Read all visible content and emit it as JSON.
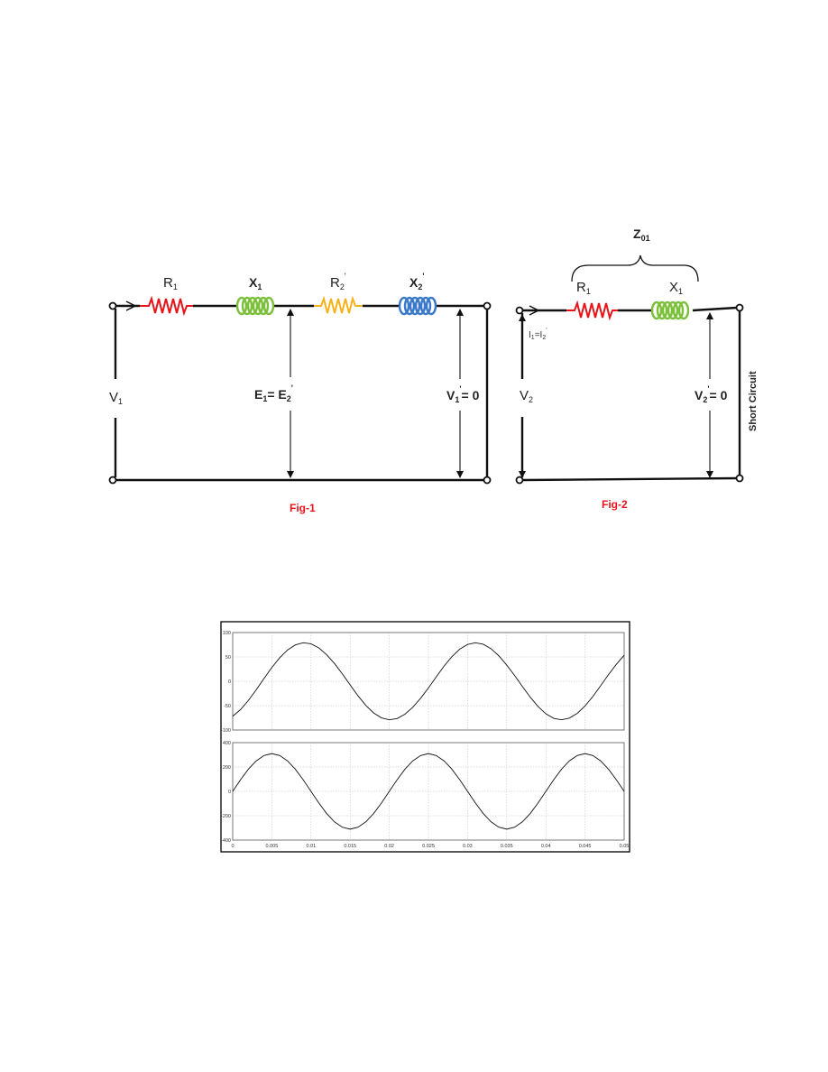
{
  "fig1": {
    "caption": "Fig-1",
    "labels": {
      "r1": "R",
      "r1_sub": "1",
      "x1": "X",
      "x1_sub": "1",
      "r2": "R",
      "r2_sub": "2",
      "r2_sup": "'",
      "x2": "X",
      "x2_sub": "2",
      "x2_sup": "'",
      "v1": "V",
      "v1_sub": "1",
      "e_left": "E",
      "e_left_sub": "1",
      "e_eq": "= E",
      "e_right_sub": "2",
      "e_right_sup": "'",
      "vout": "V",
      "vout_sub": "1",
      "vout_sup": "'",
      "vout_eq": "= 0"
    }
  },
  "fig2": {
    "caption": "Fig-2",
    "labels": {
      "z": "Z",
      "z_sub": "01",
      "r1": "R",
      "r1_sub": "1",
      "x1": "X",
      "x1_sub": "1",
      "current": "I",
      "current_sub": "1",
      "current_eq": "=I",
      "current_sub2": "2",
      "current_sup": "'",
      "v2": "V",
      "v2_sub": "2",
      "vout": "V",
      "vout_sub": "2",
      "vout_sup": "'",
      "vout_eq": "= 0",
      "short": "Short Circuit"
    }
  },
  "colors": {
    "r1": "#e8141b",
    "x1": "#7bbf3b",
    "r2": "#f6b21a",
    "x2": "#3a78c9",
    "caption": "#e8141b"
  },
  "chart_data": [
    {
      "type": "line",
      "x": [
        0,
        0.001,
        0.002,
        0.003,
        0.004,
        0.005,
        0.006,
        0.007,
        0.008,
        0.009,
        0.01,
        0.011,
        0.012,
        0.013,
        0.014,
        0.015,
        0.016,
        0.017,
        0.018,
        0.019,
        0.02,
        0.021,
        0.022,
        0.023,
        0.024,
        0.025,
        0.026,
        0.027,
        0.028,
        0.029,
        0.03,
        0.031,
        0.032,
        0.033,
        0.034,
        0.035,
        0.036,
        0.037,
        0.038,
        0.039,
        0.04,
        0.041,
        0.042,
        0.043,
        0.044,
        0.045,
        0.046,
        0.047,
        0.048,
        0.049,
        0.05
      ],
      "y": [
        -71.7,
        -58.1,
        -39.4,
        -17.6,
        5.7,
        28.3,
        48.3,
        64.2,
        74.6,
        79,
        76.9,
        68.5,
        54.6,
        36.4,
        15.3,
        -7.5,
        -29.7,
        -49.4,
        -65,
        -75.1,
        -79.1,
        -76.5,
        -67.6,
        -53.3,
        -34.8,
        -13.7,
        9.1,
        31.2,
        50.6,
        65.9,
        75.6,
        79.1,
        76,
        66.8,
        52.1,
        33.2,
        12,
        -10.7,
        -32.6,
        -51.7,
        -66.7,
        -76,
        -79.1,
        -75.5,
        -65.9,
        -50.6,
        -31.2,
        -9.1,
        13.7,
        34.8,
        53.3
      ],
      "xlim": [
        0,
        0.05
      ],
      "ylim": [
        -100,
        100
      ],
      "yticks": [
        "100",
        "50",
        "0",
        "-50",
        "-100"
      ],
      "grid": true
    },
    {
      "type": "line",
      "x": [
        0,
        0.001,
        0.002,
        0.003,
        0.004,
        0.005,
        0.006,
        0.007,
        0.008,
        0.009,
        0.01,
        0.011,
        0.012,
        0.013,
        0.014,
        0.015,
        0.016,
        0.017,
        0.018,
        0.019,
        0.02,
        0.021,
        0.022,
        0.023,
        0.024,
        0.025,
        0.026,
        0.027,
        0.028,
        0.029,
        0.03,
        0.031,
        0.032,
        0.033,
        0.034,
        0.035,
        0.036,
        0.037,
        0.038,
        0.039,
        0.04,
        0.041,
        0.042,
        0.043,
        0.044,
        0.045,
        0.046,
        0.047,
        0.048,
        0.049,
        0.05
      ],
      "y": [
        0,
        95.6,
        181.8,
        250.2,
        294.1,
        310,
        294.1,
        250.2,
        181.8,
        95.6,
        0,
        -95.6,
        -181.8,
        -250.2,
        -294.1,
        -310,
        -294.1,
        -250.2,
        -181.8,
        -95.6,
        0,
        95.6,
        181.8,
        250.2,
        294.1,
        310,
        294.1,
        250.2,
        181.8,
        95.6,
        0,
        -95.6,
        -181.8,
        -250.2,
        -294.1,
        -310,
        -294.1,
        -250.2,
        -181.8,
        -95.6,
        0,
        95.6,
        181.8,
        250.2,
        294.1,
        310,
        294.1,
        250.2,
        181.8,
        95.6,
        0
      ],
      "xlim": [
        0,
        0.05
      ],
      "ylim": [
        -400,
        400
      ],
      "yticks": [
        "400",
        "200",
        "0",
        "-200",
        "-400"
      ],
      "xticks": [
        "0",
        "0.005",
        "0.01",
        "0.015",
        "0.02",
        "0.025",
        "0.03",
        "0.035",
        "0.04",
        "0.045",
        "0.05"
      ],
      "grid": true
    }
  ]
}
